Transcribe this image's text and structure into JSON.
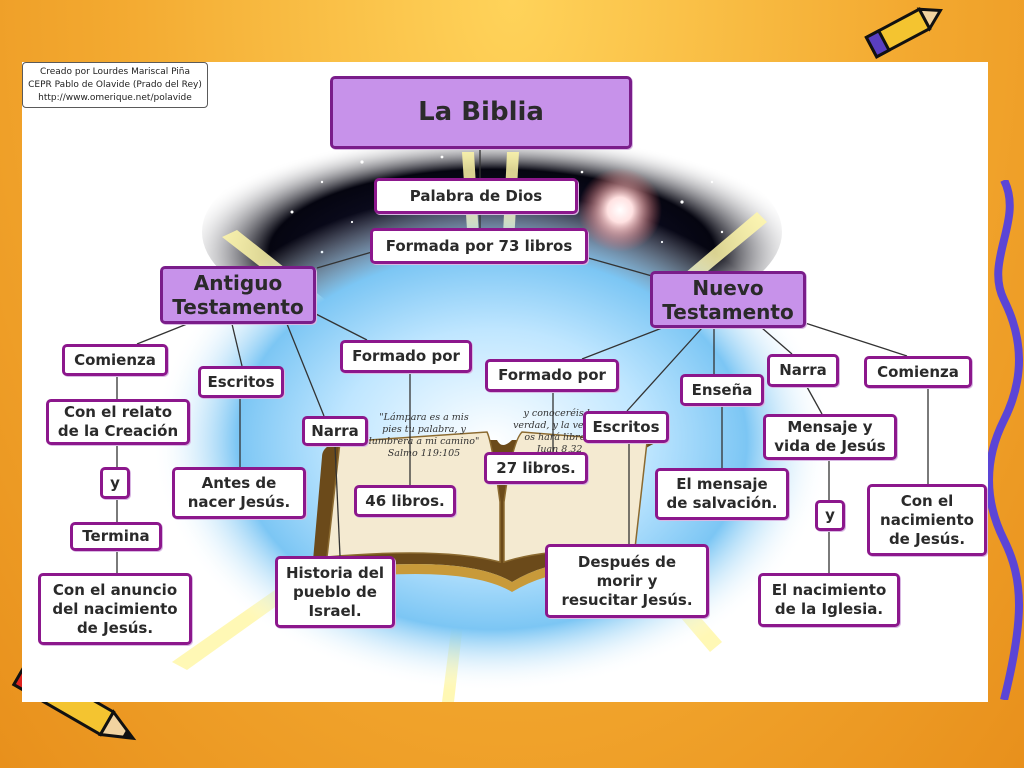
{
  "credit": {
    "line1": "Creado por Lourdes Mariscal Piña",
    "line2": "CEPR Pablo de Olavide (Prado del Rey)",
    "line3": "http://www.omerique.net/polavide"
  },
  "nodes": {
    "title": "La Biblia",
    "palabra": "Palabra de Dios",
    "formada73": "Formada por 73 libros",
    "antiguo": "Antiguo\nTestamento",
    "nuevo": "Nuevo\nTestamento",
    "at_comienza": "Comienza",
    "at_relato": "Con el relato\nde la Creación",
    "at_y": "y",
    "at_termina": "Termina",
    "at_anuncio": "Con el anuncio\ndel nacimiento\nde Jesús.",
    "at_escritos": "Escritos",
    "at_antes": "Antes de\nnacer Jesús.",
    "at_formado": "Formado por",
    "at_46": "46 libros.",
    "at_narra": "Narra",
    "at_historia": "Historia del\npueblo de\nIsrael.",
    "nt_formado": "Formado por",
    "nt_27": "27 libros.",
    "nt_escritos": "Escritos",
    "nt_despues": "Después de\nmorir y\nresucitar Jesús.",
    "nt_ensena": "Enseña",
    "nt_mensaje_salv": "El mensaje\nde salvación.",
    "nt_narra": "Narra",
    "nt_mensaje_vida": "Mensaje y\nvida de Jesús",
    "nt_y": "y",
    "nt_iglesia": "El nacimiento\nde la Iglesia.",
    "nt_comienza": "Comienza",
    "nt_nacimiento": "Con el\nnacimiento\nde Jesús."
  },
  "book": {
    "quote_left": "\"Lámpara es a mis\npies tu palabra, y\nlumbrera a mi camino\"\nSalmo 119:105",
    "quote_right": "y conoceréis la\nverdad, y la verdad\nos hará libres\"\nJuan 8,32"
  },
  "colors": {
    "node_border": "#8c178c",
    "node_fill_main": "#c792ea",
    "line": "#333333",
    "background": "#f3a930"
  }
}
